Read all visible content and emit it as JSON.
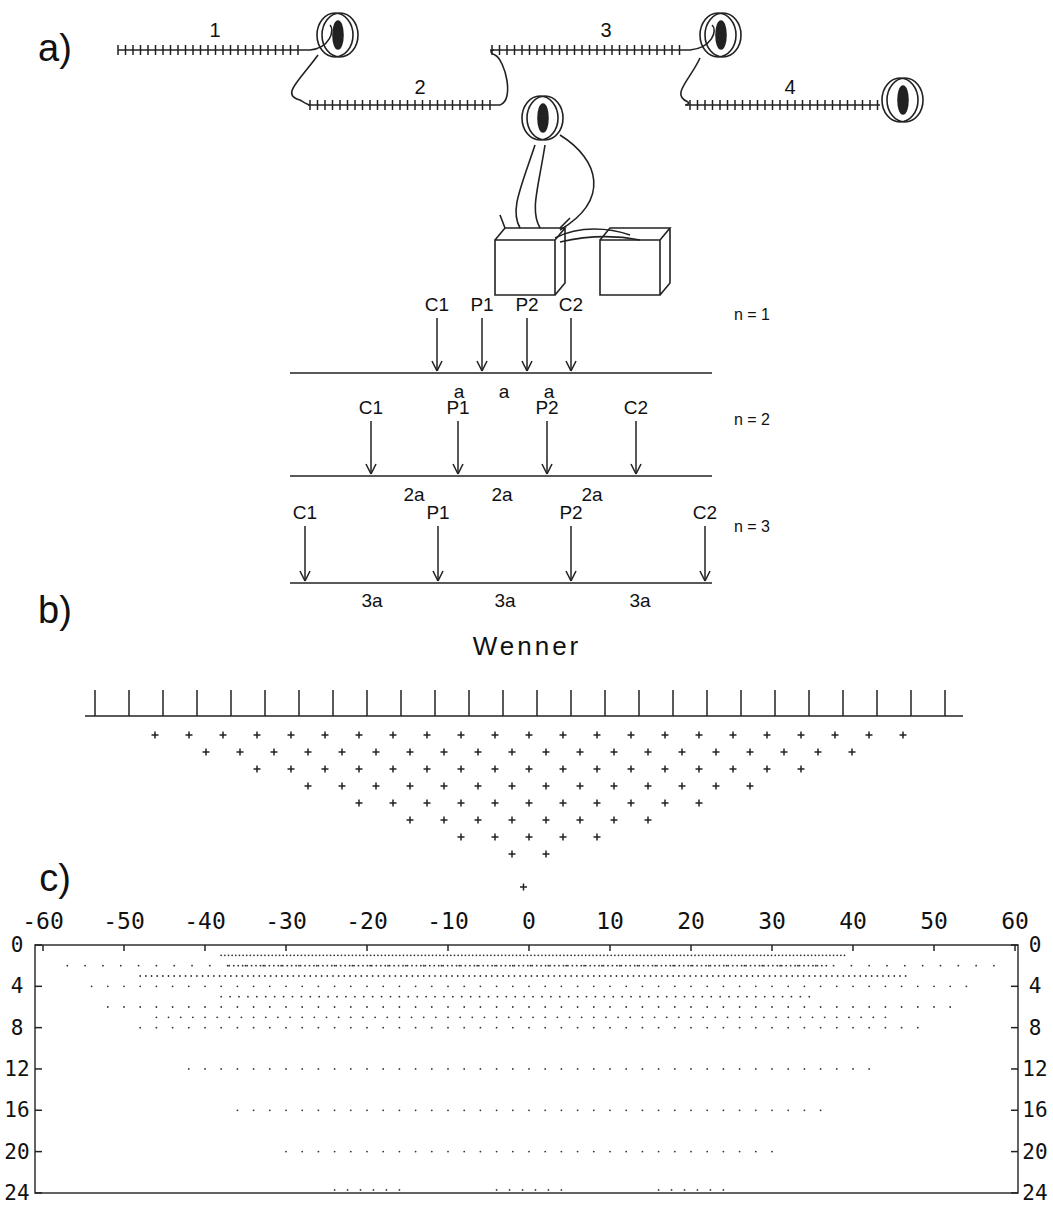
{
  "diagram": {
    "labels": [
      "a)",
      "1",
      "2",
      "3",
      "4",
      "b)",
      "C1",
      "P1",
      "P2",
      "C2",
      "a",
      "a",
      "a",
      "n = 1",
      "C1",
      "P1",
      "P2",
      "C2",
      "2a",
      "2a",
      "2a",
      "n = 2",
      "C1",
      "P1",
      "P2",
      "C2",
      "3a",
      "3a",
      "3a",
      "n = 3",
      "Wenner",
      "c)",
      "-60",
      "-50",
      "-40",
      "-30",
      "-20",
      "-10",
      "0",
      "10",
      "20",
      "30",
      "40",
      "50",
      "60",
      "0",
      "4",
      "8",
      "12",
      "16",
      "20",
      "24",
      "0",
      "4",
      "8",
      "12",
      "16",
      "20",
      "24"
    ]
  }
}
